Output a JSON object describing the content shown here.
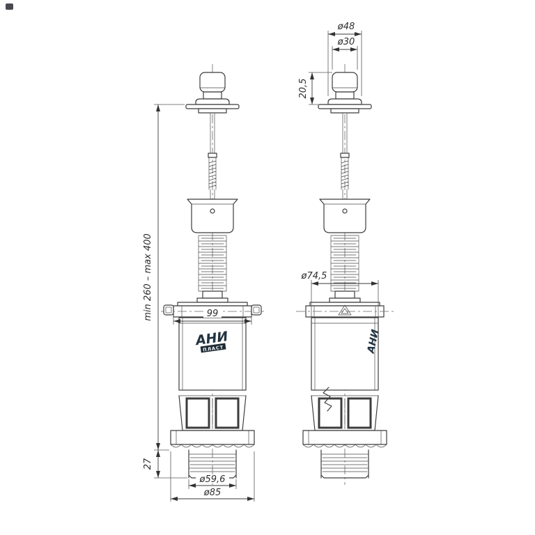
{
  "drawing": {
    "logo": {
      "line1": "АНИ",
      "line2": "ПЛАСТ"
    },
    "dims": {
      "height_range": "min 260 – max 400",
      "h27": "27",
      "w99": "99",
      "d596": "ø59,6",
      "d85": "ø85",
      "d48": "ø48",
      "d30": "ø30",
      "h205": "20,5",
      "d745": "ø74,5"
    }
  }
}
